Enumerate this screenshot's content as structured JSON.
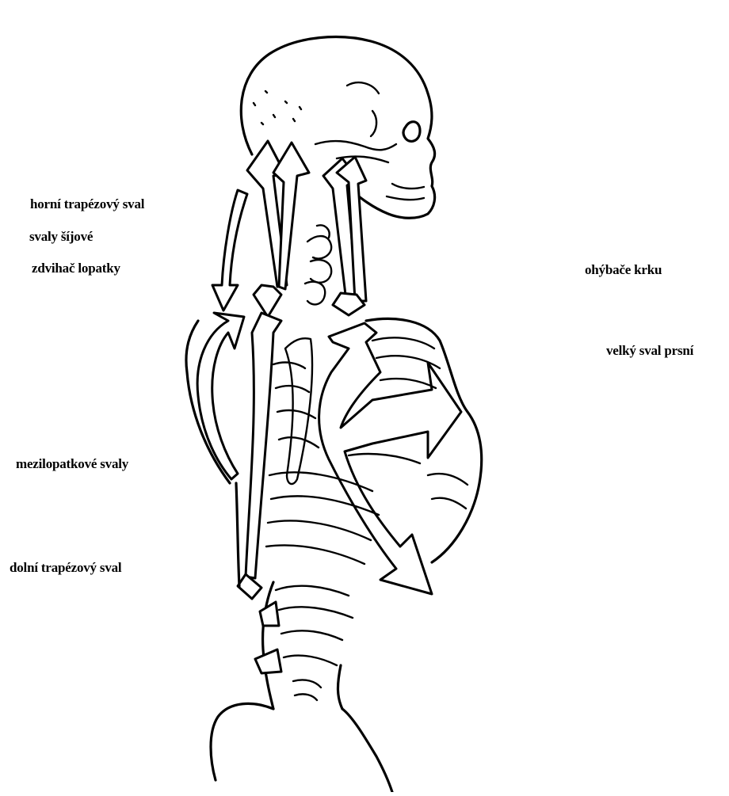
{
  "labels": {
    "upper_trapezius": "horní trapézový sval",
    "neck_muscles": "svaly šíjové",
    "levator_scapulae": "zdvihač lopatky",
    "rhomboids": "mezilopatkové svaly",
    "lower_trapezius": "dolní trapézový sval",
    "neck_flexors": "ohýbače krku",
    "pectoralis_major": "velký sval prsní"
  },
  "colors": {
    "ink": "#000000",
    "background": "#ffffff"
  }
}
